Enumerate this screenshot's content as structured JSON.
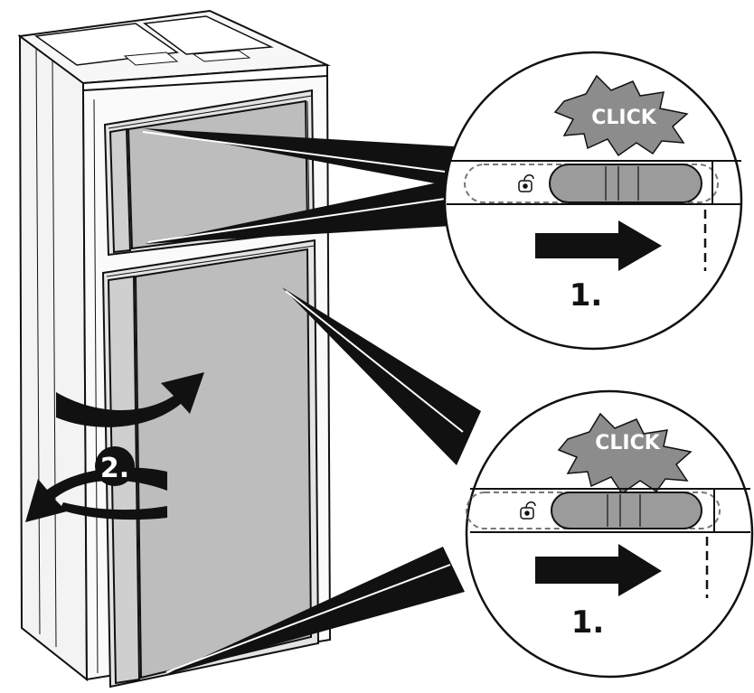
{
  "callouts": {
    "top": {
      "burst_text": "CLICK",
      "step_label": "1."
    },
    "bottom": {
      "burst_text": "CLICK",
      "step_label": "1."
    }
  },
  "door_step_label": "2.",
  "icons": {
    "lock": "padlock-icon",
    "arrow": "arrow-right-icon",
    "rotation": "rotate-arrows-icon"
  },
  "colors": {
    "line": "#111111",
    "door_fill": "#bdbdbd",
    "slider_fill": "#9b9b9b",
    "burst_fill": "#8c8c8c"
  }
}
